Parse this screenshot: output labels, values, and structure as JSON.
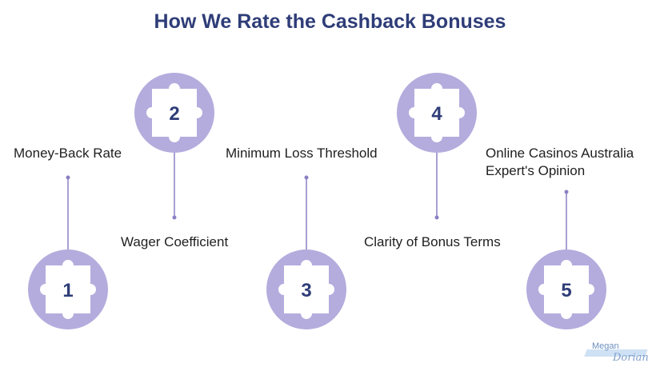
{
  "title": "How We Rate the Cashback Bonuses",
  "steps": [
    {
      "number": "1",
      "label": "Money-Back Rate"
    },
    {
      "number": "2",
      "label": "Wager Coefficient"
    },
    {
      "number": "3",
      "label": "Minimum Loss Threshold"
    },
    {
      "number": "4",
      "label": "Clarity of Bonus Terms"
    },
    {
      "number": "5",
      "label_line1": "Online Casinos Australia",
      "label_line2": "Expert's Opinion"
    }
  ],
  "logo": {
    "top": "Megan",
    "bottom": "Dorian"
  },
  "colors": {
    "circle": "#b4acdd",
    "puzzle": "#ffffff",
    "number": "#2f3d78",
    "line": "#8a80c4",
    "title": "#2f3d78"
  }
}
